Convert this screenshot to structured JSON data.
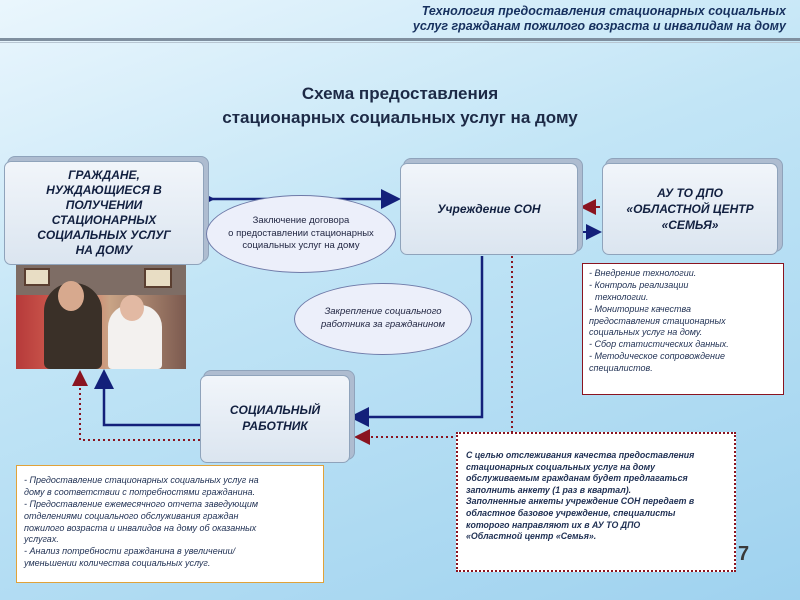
{
  "header": {
    "line1": "Технология предоставления стационарных социальных",
    "line2": "услуг гражданам пожилого возраста и инвалидам на дому"
  },
  "title": {
    "line1": "Схема предоставления",
    "line2": "стационарных социальных услуг на дому"
  },
  "boxes": {
    "citizens": [
      "ГРАЖДАНЕ,",
      "НУЖДАЮЩИЕСЯ В",
      "ПОЛУЧЕНИИ",
      "СТАЦИОНАРНЫХ",
      "СОЦИАЛЬНЫХ УСЛУГ",
      "НА ДОМУ"
    ],
    "institution": "Учреждение СОН",
    "center": [
      "АУ ТО ДПО",
      "«ОБЛАСТНОЙ ЦЕНТР",
      "«СЕМЬЯ»"
    ],
    "worker": [
      "СОЦИАЛЬНЫЙ",
      "РАБОТНИК"
    ]
  },
  "ellipses": {
    "contract": [
      "Заключение договора",
      "о предоставлении стационарных",
      "социальных услуг на дому"
    ],
    "assign": [
      "Закрепление социального",
      "работника за гражданином"
    ]
  },
  "notes": {
    "center_tasks": [
      "- Внедрение технологии.",
      "- Контроль реализации",
      "  технологии.",
      "- Мониторинг качества",
      "предоставления стационарных",
      "социальных услуг на дому.",
      "- Сбор статистических данных.",
      "- Методическое сопровождение",
      "специалистов."
    ],
    "worker_tasks": [
      "- Предоставление стационарных социальных услуг на",
      "дому в соответствии с потребностями гражданина.",
      "- Предоставление ежемесячного отчета заведующим",
      "отделениями социального обслуживания граждан",
      "пожилого возраста и инвалидов на дому об оказанных",
      "услугах.",
      "- Анализ потребности гражданина в увеличении/",
      "уменьшении количества социальных услуг."
    ],
    "quality": [
      "С целью отслеживания качества предоставления",
      "стационарных социальных услуг на дому",
      "обслуживаемым гражданам будет предлагаться",
      "заполнить анкету (1 раз в квартал).",
      "Заполненные анкеты учреждение СОН передает в",
      "областное базовое учреждение, специалисты",
      "которого направляют их в АУ ТО ДПО",
      "«Областной центр «Семья»."
    ]
  },
  "page_number": "7",
  "colors": {
    "arrow_blue": "#13207a",
    "arrow_red": "#8a1420"
  }
}
